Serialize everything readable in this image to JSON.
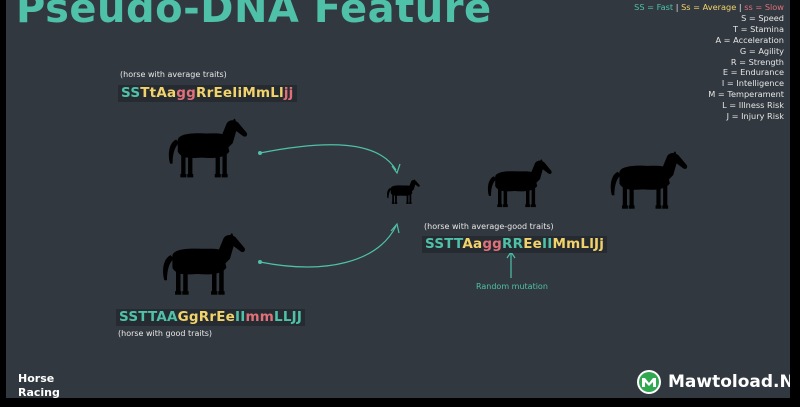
{
  "title": "Pseudo-DNA Feature",
  "legend": {
    "fast": "SS = Fast",
    "average": "Ss = Average",
    "slow": "ss = Slow",
    "sep": "|",
    "items": [
      "S = Speed",
      "T = Stamina",
      "A = Acceleration",
      "G = Agility",
      "R = Strength",
      "E = Endurance",
      "I = Intelligence",
      "M = Temperament",
      "L = Illness Risk",
      "J = Injury Risk"
    ]
  },
  "parent1": {
    "caption": "(horse with average traits)",
    "genes": [
      {
        "t": "SS",
        "c": "fast"
      },
      {
        "t": "Tt",
        "c": "avg"
      },
      {
        "t": "Aa",
        "c": "avg"
      },
      {
        "t": "gg",
        "c": "slow"
      },
      {
        "t": "Rr",
        "c": "avg"
      },
      {
        "t": "Ee",
        "c": "avg"
      },
      {
        "t": "Ii",
        "c": "avg"
      },
      {
        "t": "Mm",
        "c": "avg"
      },
      {
        "t": "Ll",
        "c": "avg"
      },
      {
        "t": "jj",
        "c": "slow"
      }
    ]
  },
  "parent2": {
    "caption": "(horse with good traits)",
    "genes": [
      {
        "t": "SS",
        "c": "fast"
      },
      {
        "t": "TT",
        "c": "fast"
      },
      {
        "t": "AA",
        "c": "fast"
      },
      {
        "t": "Gg",
        "c": "avg"
      },
      {
        "t": "Rr",
        "c": "avg"
      },
      {
        "t": "Ee",
        "c": "avg"
      },
      {
        "t": "II",
        "c": "fast"
      },
      {
        "t": "mm",
        "c": "slow"
      },
      {
        "t": "LL",
        "c": "fast"
      },
      {
        "t": "JJ",
        "c": "fast"
      }
    ]
  },
  "offspring": {
    "caption": "(horse with average-good traits)",
    "genes": [
      {
        "t": "SS",
        "c": "fast"
      },
      {
        "t": "TT",
        "c": "fast"
      },
      {
        "t": "Aa",
        "c": "avg"
      },
      {
        "t": "gg",
        "c": "slow"
      },
      {
        "t": "RR",
        "c": "fast"
      },
      {
        "t": "Ee",
        "c": "avg"
      },
      {
        "t": "II",
        "c": "fast"
      },
      {
        "t": "Mm",
        "c": "avg"
      },
      {
        "t": "Ll",
        "c": "avg"
      },
      {
        "t": "Jj",
        "c": "avg"
      }
    ]
  },
  "mutation_label": "Random mutation",
  "brand": [
    "Horse",
    "Racing"
  ],
  "watermark": "Mawtoload.Net",
  "colors": {
    "fast": "#4fc1a8",
    "avg": "#f2d36b",
    "slow": "#e0707a",
    "background": "#31383f"
  }
}
